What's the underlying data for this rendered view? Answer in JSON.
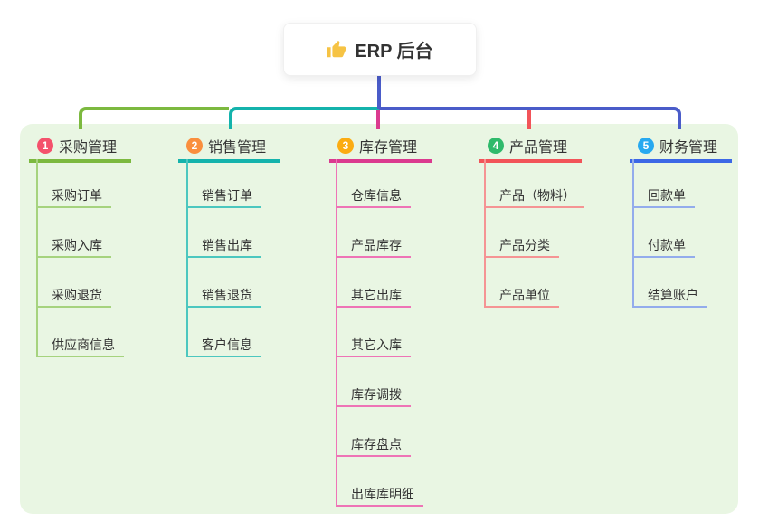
{
  "root": {
    "title": "ERP 后台",
    "icon": "thumbs-up-icon",
    "icon_color": "#f6c344",
    "line_color": "#4a5cc9"
  },
  "panel": {
    "bg": "#e9f6e3"
  },
  "text_color": "#333333",
  "branches": [
    {
      "badge": "1",
      "label": "采购管理",
      "badge_color": "#f4516c",
      "line_color": "#7cb93f",
      "child_line_color": "#a6d37e",
      "children": [
        "采购订单",
        "采购入库",
        "采购退货",
        "供应商信息"
      ]
    },
    {
      "badge": "2",
      "label": "销售管理",
      "badge_color": "#fa8f3e",
      "line_color": "#14b3ac",
      "child_line_color": "#4cc7bf",
      "children": [
        "销售订单",
        "销售出库",
        "销售退货",
        "客户信息"
      ]
    },
    {
      "badge": "3",
      "label": "库存管理",
      "badge_color": "#fbac12",
      "line_color": "#db3a8f",
      "child_line_color": "#ee74b6",
      "children": [
        "仓库信息",
        "产品库存",
        "其它出库",
        "其它入库",
        "库存调拨",
        "库存盘点",
        "出库库明细"
      ]
    },
    {
      "badge": "4",
      "label": "产品管理",
      "badge_color": "#2fba6b",
      "line_color": "#f25459",
      "child_line_color": "#f59494",
      "children": [
        "产品（物料）",
        "产品分类",
        "产品单位"
      ]
    },
    {
      "badge": "5",
      "label": "财务管理",
      "badge_color": "#27a9f0",
      "line_color": "#3c68e6",
      "child_line_color": "#93acec",
      "children": [
        "回款单",
        "付款单",
        "结算账户"
      ]
    }
  ]
}
